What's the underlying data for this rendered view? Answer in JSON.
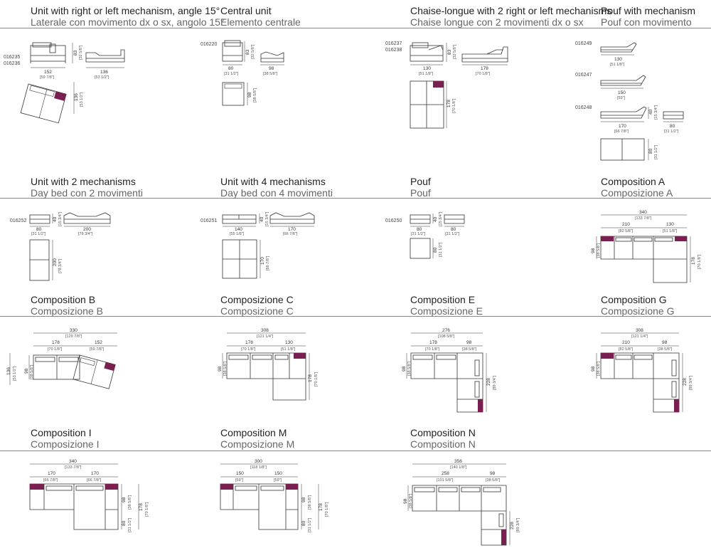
{
  "accent": "#7a2050",
  "line_color": "#333333",
  "row1": {
    "mech15": {
      "title": "Unit with right or left mechanism, angle 15°",
      "subtitle": "Laterale con movimento dx o sx, angolo 15°",
      "code1": "016235",
      "code2": "016236",
      "w1": "152",
      "w1in": "[59 7/8\"]",
      "w2": "136",
      "w2in": "[53 1/2\"]",
      "h": "83",
      "hin": "[32 5/8\"]",
      "d": "136",
      "din": "[53 1/2\"]"
    },
    "central": {
      "title": "Central unit",
      "subtitle": "Elemento centrale",
      "code": "016220",
      "w1": "80",
      "w1in": "[31 1/2\"]",
      "w2": "98",
      "w2in": "[38 5/8\"]",
      "h": "83",
      "hin": "[32 5/8\"]",
      "d": "98",
      "din": "[38 5/8\"]"
    },
    "chaise": {
      "title": "Chaise-longue with 2 right or left mechanisms",
      "subtitle": "Chaise longue con 2 movimenti dx o sx",
      "code1": "016237",
      "code2": "016238",
      "w1": "130",
      "w1in": "[51 1/8\"]",
      "w2": "178",
      "w2in": "[70 1/8\"]",
      "h": "83",
      "hin": "[32 5/8\"]",
      "d": "178",
      "din": "[70 1/8\"]"
    },
    "poufmech": {
      "title": "Pouf with mechanism",
      "subtitle": "Pouf con movimento",
      "code1": "016249",
      "w1": "130",
      "w1in": "[51 1/8\"]",
      "code2": "016247",
      "w2": "150",
      "w2in": "[59\"]",
      "code3": "016248",
      "w3": "170",
      "w3in": "[66 7/8\"]",
      "w4": "80",
      "w4in": "[31 1/2\"]",
      "h": "40",
      "hin": "[15 3/4\"]",
      "d": "80",
      "din": "[31 1/2\"]"
    }
  },
  "row2": {
    "daybed2": {
      "title": "Unit with 2 mechanisms",
      "subtitle": "Day bed con 2 movimenti",
      "code": "016252",
      "w1": "80",
      "w1in": "[31 1/2\"]",
      "w2": "200",
      "w2in": "[78 3/4\"]",
      "h": "40",
      "hin": "[15 3/4\"]",
      "d": "200",
      "din": "[78 3/4\"]"
    },
    "daybed4": {
      "title": "Unit with 4 mechanisms",
      "subtitle": "Day bed con 4 movimenti",
      "code": "016251",
      "w1": "140",
      "w1in": "[55 1/8\"]",
      "w2": "170",
      "w2in": "[66 7/8\"]",
      "h": "40",
      "hin": "[15 3/4\"]",
      "d": "170",
      "din": "[66 7/8\"]"
    },
    "pouf": {
      "title": "Pouf",
      "subtitle": "Pouf",
      "code": "016250",
      "w1": "80",
      "w1in": "[31 1/2\"]",
      "w2": "80",
      "w2in": "[31 1/2\"]",
      "h": "40",
      "hin": "[15 3/4\"]",
      "d": "80",
      "din": "[31 1/2\"]"
    },
    "compA": {
      "title": "Composition A",
      "subtitle": "Composizione A",
      "total": "340",
      "totalin": "[133 7/8\"]",
      "p1": "210",
      "p1in": "[82 5/8\"]",
      "p2": "130",
      "p2in": "[51 1/8\"]",
      "d1": "98",
      "d1in": "[38 5/8\"]",
      "d2": "178",
      "d2in": "[70 1/8\"]"
    }
  },
  "row3": {
    "compB": {
      "title": "Composition B",
      "subtitle": "Composizione B",
      "total": "330",
      "totalin": "[129 7/8\"]",
      "p1": "178",
      "p1in": "[70 1/8\"]",
      "p2": "152",
      "p2in": "[59 7/8\"]",
      "d1": "98",
      "d1in": "[38 5/8\"]",
      "d2": "136",
      "d2in": "[53 1/2\"]"
    },
    "compC": {
      "title": "Composizione C",
      "subtitle": "Composizione C",
      "total": "308",
      "totalin": "[121 1/4\"]",
      "p1": "178",
      "p1in": "[70 1/8\"]",
      "p2": "130",
      "p2in": "[51 1/8\"]",
      "d1": "98",
      "d1in": "[38 5/8\"]",
      "d2": "178",
      "d2in": "[70 1/8\"]"
    },
    "compE": {
      "title": "Composition E",
      "subtitle": "Composizione E",
      "total": "276",
      "totalin": "[108 5/8\"]",
      "p1": "178",
      "p1in": "[70 1/8\"]",
      "p2": "98",
      "p2in": "[38 5/8\"]",
      "d1": "98",
      "d1in": "[38 5/8\"]",
      "d2": "228",
      "d2in": "[89 3/4\"]"
    },
    "compG": {
      "title": "Composition G",
      "subtitle": "Composizione G",
      "total": "308",
      "totalin": "[121 1/4\"]",
      "p1": "210",
      "p1in": "[82 5/8\"]",
      "p2": "98",
      "p2in": "[38 5/8\"]",
      "d1": "98",
      "d1in": "[38 5/8\"]",
      "d2": "228",
      "d2in": "[89 3/4\"]"
    }
  },
  "row4": {
    "compI": {
      "title": "Composition I",
      "subtitle": "Composizione I",
      "total": "340",
      "totalin": "[133 7/8\"]",
      "p1": "170",
      "p1in": "[66 7/8\"]",
      "p2": "170",
      "p2in": "[66 7/8\"]",
      "d1": "98",
      "d1in": "[38 5/8\"]",
      "d2": "80",
      "d2in": "[31 1/2\"]",
      "d3": "178",
      "d3in": "[70 1/8\"]"
    },
    "compM": {
      "title": "Composition M",
      "subtitle": "Composizione M",
      "total": "300",
      "totalin": "[118 1/8\"]",
      "p1": "150",
      "p1in": "[59\"]",
      "p2": "150",
      "p2in": "[59\"]",
      "d1": "98",
      "d1in": "[38 5/8\"]",
      "d2": "80",
      "d2in": "[31 1/2\"]",
      "d3": "178",
      "d3in": "[70 1/8\"]"
    },
    "compN": {
      "title": "Composition N",
      "subtitle": "Composition N",
      "total": "356",
      "totalin": "[140 1/8\"]",
      "p1": "258",
      "p1in": "[101 5/8\"]",
      "p2": "98",
      "p2in": "[38 5/8\"]",
      "d1": "98",
      "d1in": "[38 5/8\"]",
      "d2": "228",
      "d2in": "[89 3/4\"]"
    }
  }
}
